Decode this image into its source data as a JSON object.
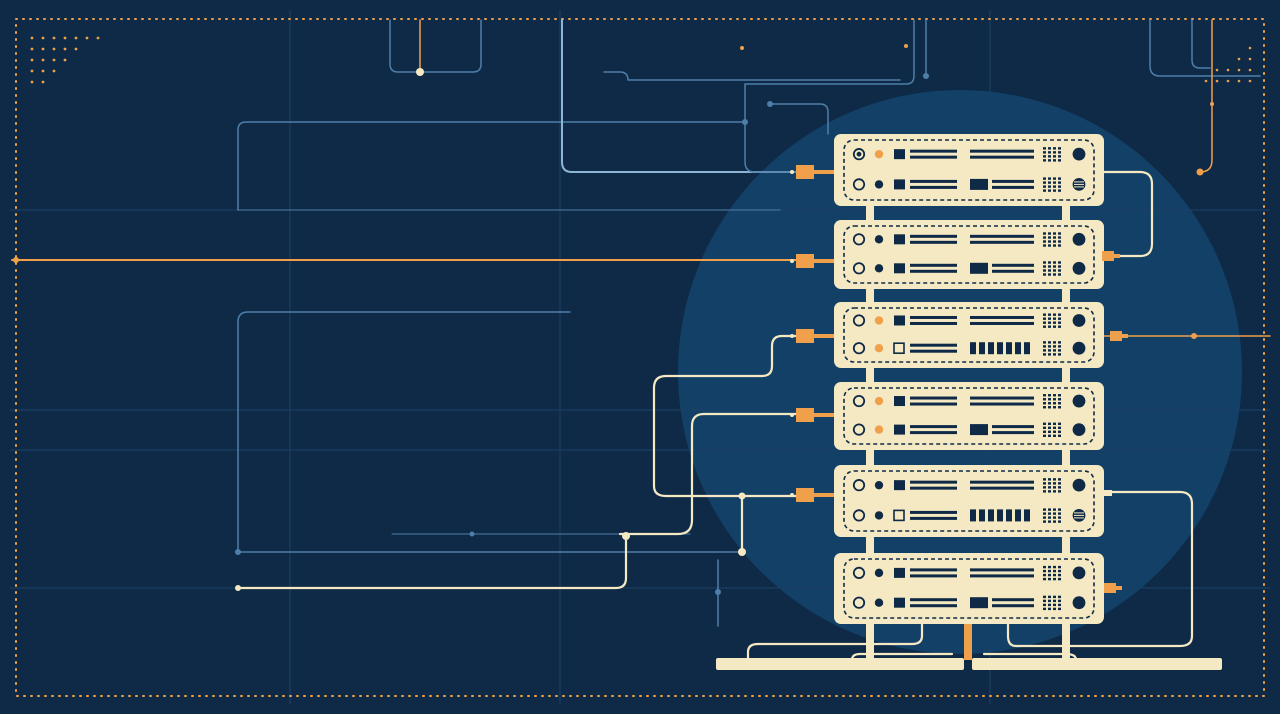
{
  "colors": {
    "background": "#0e2a47",
    "glow": "#134066",
    "grid": "#1c4165",
    "circuit": "#4f7ea8",
    "circuit_light": "#8fb5d4",
    "accent": "#f0a04b",
    "panel": "#f5e9c4",
    "panel_detail": "#0e2a47",
    "cable": "#f5e9c4"
  },
  "illustration": {
    "subject": "server-rack",
    "server_units": [
      {
        "row_a": {
          "left": "ring",
          "led": "accent"
        },
        "row_b": {
          "left": "ring",
          "led": "dark"
        },
        "row_b_detail": "bars",
        "right_b": "vented"
      },
      {
        "row_a": {
          "left": "ring",
          "led": "dark"
        },
        "row_b": {
          "left": "ring",
          "led": "dark"
        },
        "row_b_detail": "bars",
        "right_b": "solid"
      },
      {
        "row_a": {
          "left": "ring",
          "led": "accent"
        },
        "row_b": {
          "left": "ring",
          "led": "accent"
        },
        "row_b_detail": "cells",
        "right_b": "solid"
      },
      {
        "row_a": {
          "left": "ring",
          "led": "accent"
        },
        "row_b": {
          "left": "ring",
          "led": "accent"
        },
        "row_b_detail": "bars",
        "right_b": "solid"
      },
      {
        "row_a": {
          "left": "ring",
          "led": "dark"
        },
        "row_b": {
          "left": "ring",
          "led": "dark"
        },
        "row_b_detail": "cells",
        "right_b": "vented"
      },
      {
        "row_a": {
          "left": "ring",
          "led": "dark"
        },
        "row_b": {
          "left": "ring",
          "led": "dark"
        },
        "row_b_detail": "bars",
        "right_b": "solid"
      }
    ],
    "connectors_left": [
      0,
      1,
      2,
      3,
      4
    ],
    "connectors_right": [
      1,
      2,
      5
    ]
  }
}
